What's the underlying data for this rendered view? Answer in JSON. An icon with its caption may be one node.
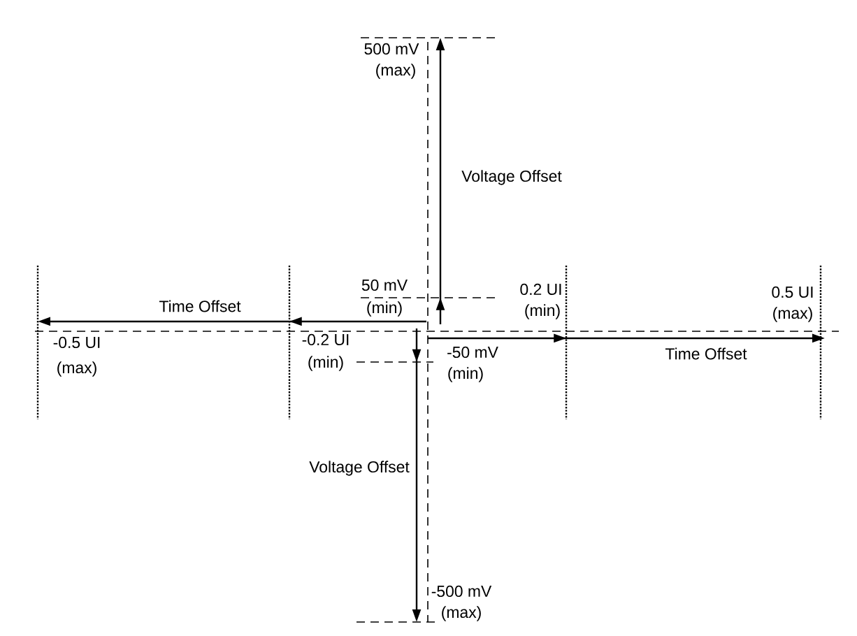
{
  "diagram": {
    "labels": [
      "500 mV",
      "(max)",
      "Voltage Offset",
      "50 mV",
      "(min)",
      "0.2 UI",
      "(min)",
      "0.5 UI",
      "(max)",
      "Time Offset",
      "-0.5 UI",
      "(max)",
      "-0.2 UI",
      "(min)",
      "-50 mV",
      "(min)",
      "Time Offset",
      "Voltage Offset",
      "-500 mV",
      "(max)"
    ]
  }
}
